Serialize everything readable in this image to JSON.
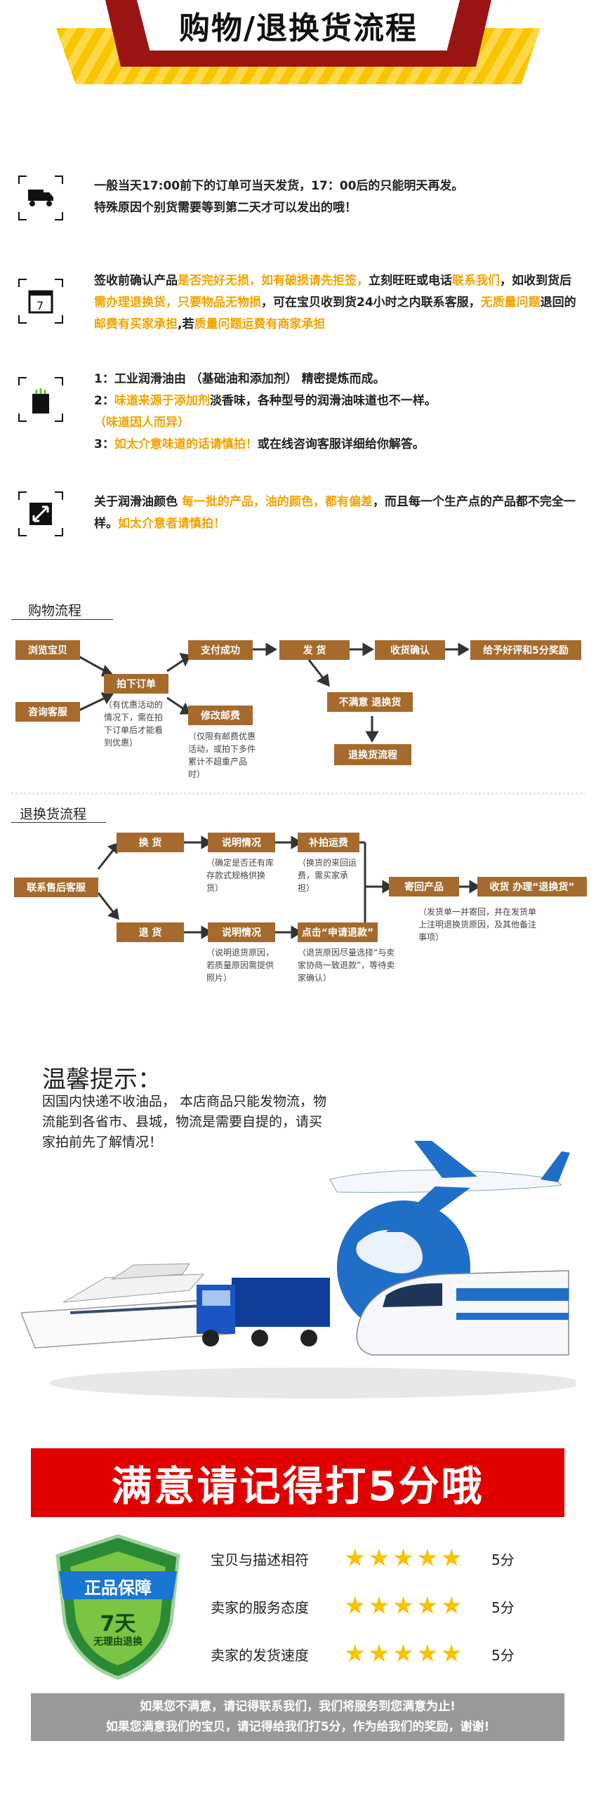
{
  "header": {
    "title": "购物/退换货流程"
  },
  "notices": [
    {
      "icon": "truck-icon",
      "parts": [
        [
          "一般当天17:00前下的订单可当天发货，17：00后的只能明天再发。",
          0
        ],
        [
          "特殊原因个别货需要等到第二天才可以发出的哦！",
          0
        ]
      ]
    },
    {
      "icon": "calendar-icon",
      "parts": [
        [
          "签收前确认产品",
          0
        ],
        [
          "是否完好无损，如有破损请先拒签，",
          1
        ],
        [
          "立刻旺旺或电话",
          0
        ],
        [
          "联系我们",
          1
        ],
        [
          "，如收到货后",
          0
        ],
        [
          "需办理退换货，只要物品无物损",
          1
        ],
        [
          "，可在宝贝收到货24小时之内联系客服，",
          0
        ],
        [
          "无质量问题",
          1
        ],
        [
          "退回的",
          0
        ],
        [
          "邮费有买家承担",
          1
        ],
        [
          ",若",
          0
        ],
        [
          "质量问题运费有商家承担",
          1
        ]
      ]
    },
    {
      "icon": "oil-can-icon",
      "parts": [
        [
          "1：工业润滑油由 （基础油和添加剂） 精密提炼而成。",
          0
        ],
        [
          "2：",
          0
        ],
        [
          "味道来源于添加剂",
          1
        ],
        [
          "淡香味，各种型号的润滑油味道也不一样。",
          0
        ],
        [
          "（味道因人而异）",
          1
        ],
        [
          "3：",
          0
        ],
        [
          "如太介意味道的话请慎拍！",
          1
        ],
        [
          "或在线咨询客服详细给你解答。",
          0
        ]
      ]
    },
    {
      "icon": "resize-icon",
      "parts": [
        [
          "关于润滑油颜色  ",
          0
        ],
        [
          "每一批的产品，油的颜色，都有偏差",
          1
        ],
        [
          "，而且每一个生产点的产品都不完全一样。",
          0
        ],
        [
          "如太介意者请慎拍！",
          1
        ]
      ]
    }
  ],
  "shopping_flow": {
    "title": "购物流程",
    "browse": "浏览宝贝",
    "consult": "咨询客服",
    "order": "拍下订单",
    "order_note": "（有优惠活动的情况下，需在拍下订单后才能看到优惠）",
    "paid": "支付成功",
    "modify_postage": "修改邮费",
    "postage_note": "（仅限有邮费优惠活动，或拍下多件累计不超重产品时）",
    "ship": "发    货",
    "confirm": "收货确认",
    "rate": "给予好评和5分奖励",
    "unsatisfied": "不满意  退换货",
    "return_flow": "退换货流程"
  },
  "return_flow": {
    "title": "退换货流程",
    "contact": "联系售后客服",
    "exchange": "换    货",
    "refund": "退    货",
    "explain1": "说明情况",
    "explain1_note": "（确定是否还有库存款式规格供换货）",
    "pay_extra": "补拍运费",
    "pay_extra_note": "（换货的来回运费，需买家承担）",
    "explain2": "说明情况",
    "explain2_note": "（说明退货原因，若质量原因需提供照片）",
    "apply_refund": "点击“申请退款”",
    "apply_note": "（退货原因尽量选择“与卖家协商一致退款”，等待卖家确认）",
    "send_back": "寄回产品",
    "receive": "收货 办理“退换货”",
    "send_note": "（发货单一并寄回，并在发货单上注明退换货原因，及其他备注事项）"
  },
  "tips": {
    "heading": "温馨提示：",
    "body": "因国内快递不收油品， 本店商品只能发物流，物流能到各省市、县城，物流是需要自提的，请买家拍前先了解情况！"
  },
  "rating": {
    "banner": "满意请记得打5分哦",
    "badge_title": "正品保障",
    "badge_days": "7天",
    "badge_sub": "无理由退换",
    "items": [
      {
        "label": "宝贝与描述相符",
        "stars": 5,
        "score": "5分"
      },
      {
        "label": "卖家的服务态度",
        "stars": 5,
        "score": "5分"
      },
      {
        "label": "卖家的发货速度",
        "stars": 5,
        "score": "5分"
      }
    ],
    "footer1": "如果您不满意，请记得联系我们，我们将服务到您满意为止!",
    "footer2": "如果您满意我们的宝贝，请记得给我们打5分，作为给我们的奖励，谢谢!"
  },
  "colors": {
    "accent": "#f2a300",
    "flow_box": "#a56a2c",
    "banner": "#e00000"
  }
}
